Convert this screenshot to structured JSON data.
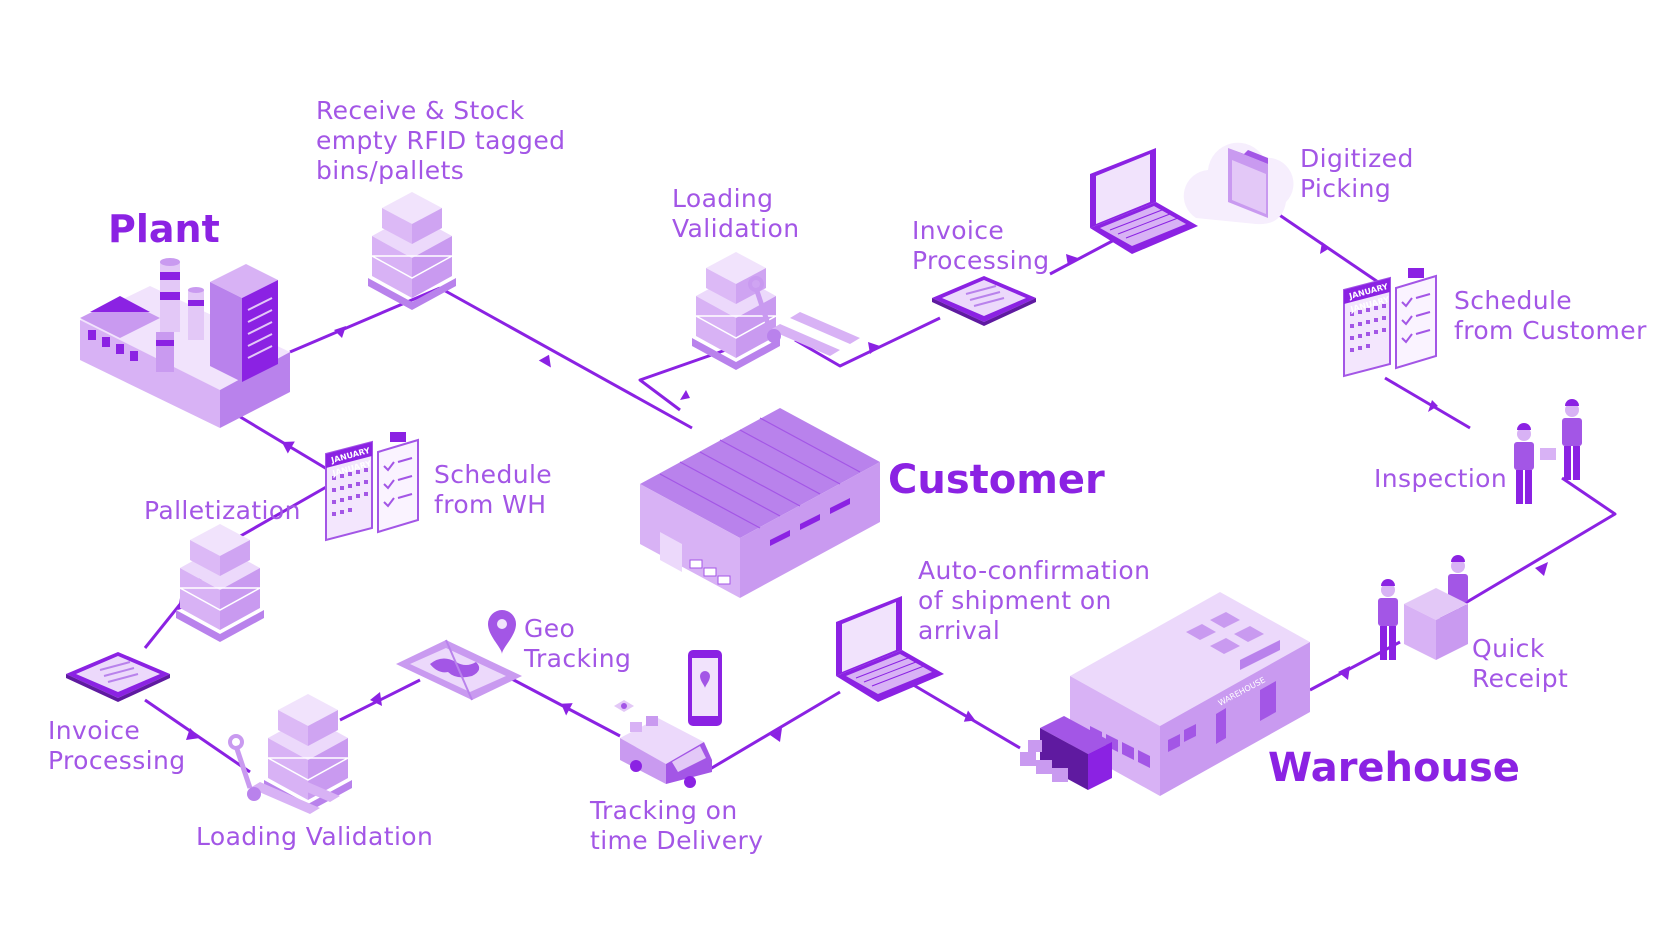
{
  "colors": {
    "line": "#8b22e3",
    "label": "#a356e6",
    "title": "#8b22e3",
    "fill_light": "#e3c8f7",
    "fill_mid": "#c99af0",
    "fill_dark": "#8b22e3"
  },
  "locations": {
    "plant": "Plant",
    "customer": "Customer",
    "warehouse": "Warehouse"
  },
  "steps": {
    "receive_stock": "Receive & Stock\nempty RFID tagged\nbins/pallets",
    "loading_validation_top": "Loading\nValidation",
    "invoice_processing_top": "Invoice\nProcessing",
    "digitized_picking": "Digitized\nPicking",
    "schedule_customer": "Schedule\nfrom Customer",
    "inspection": "Inspection",
    "schedule_wh": "Schedule\nfrom WH",
    "palletization": "Palletization",
    "invoice_processing_bottom": "Invoice\nProcessing",
    "loading_validation_bottom": "Loading Validation",
    "geo_tracking": "Geo\nTracking",
    "tracking_delivery": "Tracking on\ntime Delivery",
    "auto_confirmation": "Auto-confirmation\nof shipment on\narrival",
    "quick_receipt": "Quick\nReceipt"
  },
  "illustration_text": {
    "calendar_month": "JANUARY",
    "warehouse_sign": "WAREHOUSE"
  },
  "icons": [
    "factory-icon",
    "boxes-pallet-icon",
    "calendar-icon",
    "checklist-icon",
    "tablet-icon",
    "pallet-jack-icon",
    "map-pin-icon",
    "smartphone-icon",
    "delivery-van-icon",
    "laptop-icon",
    "cloud-folder-icon",
    "worker-icon",
    "container-icon",
    "customer-building-icon",
    "warehouse-building-icon"
  ]
}
